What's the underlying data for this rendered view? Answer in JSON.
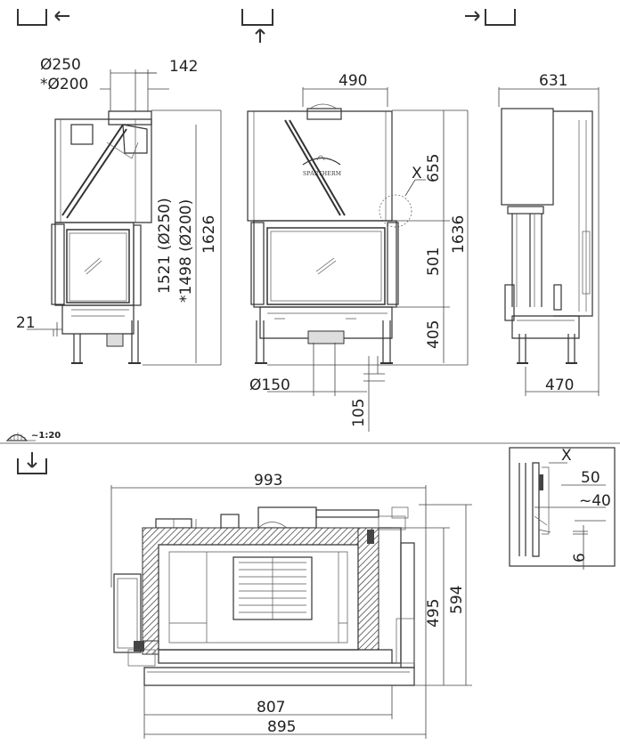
{
  "scale": "~1:20",
  "brand": "SPARTHERM",
  "detail_label": "X",
  "front_view": {
    "dimensions": {
      "flue_dia": "Ø250",
      "flue_dia_alt": "*Ø200",
      "flue_offset": "142",
      "flue_height": "1521 (Ø250)",
      "flue_height_alt": "*1498 (Ø200)",
      "total_height": "1626",
      "side_offset": "21"
    }
  },
  "side_view": {
    "dimensions": {
      "flue_width": "490",
      "upper": "655",
      "door": "501",
      "base": "405",
      "total_height": "1636",
      "air_dia": "Ø150",
      "air_height": "105"
    }
  },
  "rear_view": {
    "dimensions": {
      "top_width": "631",
      "depth": "470"
    }
  },
  "plan_view": {
    "dimensions": {
      "overall_width": "993",
      "inner_width": "807",
      "outer_width": "895",
      "depth": "495",
      "overall_depth": "594"
    }
  },
  "detail_view": {
    "dimensions": {
      "a": "50",
      "b": "~40",
      "c": "6"
    }
  }
}
